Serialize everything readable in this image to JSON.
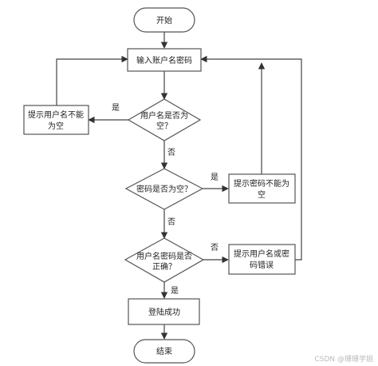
{
  "nodes": {
    "start": "开始",
    "input": "输入账户名密码",
    "check_username": [
      "用户名是否为",
      "空？"
    ],
    "err_username": [
      "提示用户名不能",
      "为空"
    ],
    "check_password": "密码是否为空？",
    "err_password": [
      "提示密码不能为",
      "空"
    ],
    "check_correct": [
      "用户名密码是否",
      "正确？"
    ],
    "err_wrong": [
      "提示用户名或密",
      "码错误"
    ],
    "login_success": "登陆成功",
    "end": "结束"
  },
  "edge_labels": {
    "yes": "是",
    "no": "否"
  },
  "watermark": "CSDN @珊珊学姐"
}
